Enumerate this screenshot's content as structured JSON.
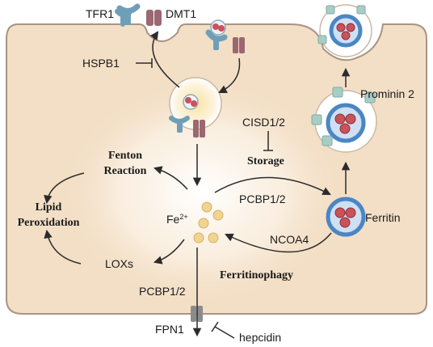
{
  "labels": {
    "tfr1": "TFR1",
    "dmt1": "DMT1",
    "hspb1": "HSPB1",
    "cisd": "CISD1/2",
    "storage": "Storage",
    "fenton_line1": "Fenton",
    "fenton_line2": "Reaction",
    "lipid_line1": "Lipid",
    "lipid_line2": "Peroxidation",
    "fe": "Fe",
    "fe_charge": "2+",
    "pcbp_upper": "PCBP1/2",
    "ferritin": "Ferritin",
    "ncoa4": "NCOA4",
    "loxs": "LOXs",
    "ferritinophagy": "Ferritinophagy",
    "pcbp_lower": "PCBP1/2",
    "fpn1": "FPN1",
    "hepcidin": "hepcidin",
    "prominin": "Prominin 2"
  },
  "colors": {
    "cell_fill": "#f3dfc6",
    "cell_stroke": "#a89484",
    "tfr1": "#6f9fb8",
    "dmt1": "#9b6770",
    "iron": "#c9535b",
    "fe_dots": "#f0d48f",
    "ferritin_ring": "#4b86c4",
    "prominin": "#a8cdc7",
    "arrow": "#2b2b2b"
  }
}
